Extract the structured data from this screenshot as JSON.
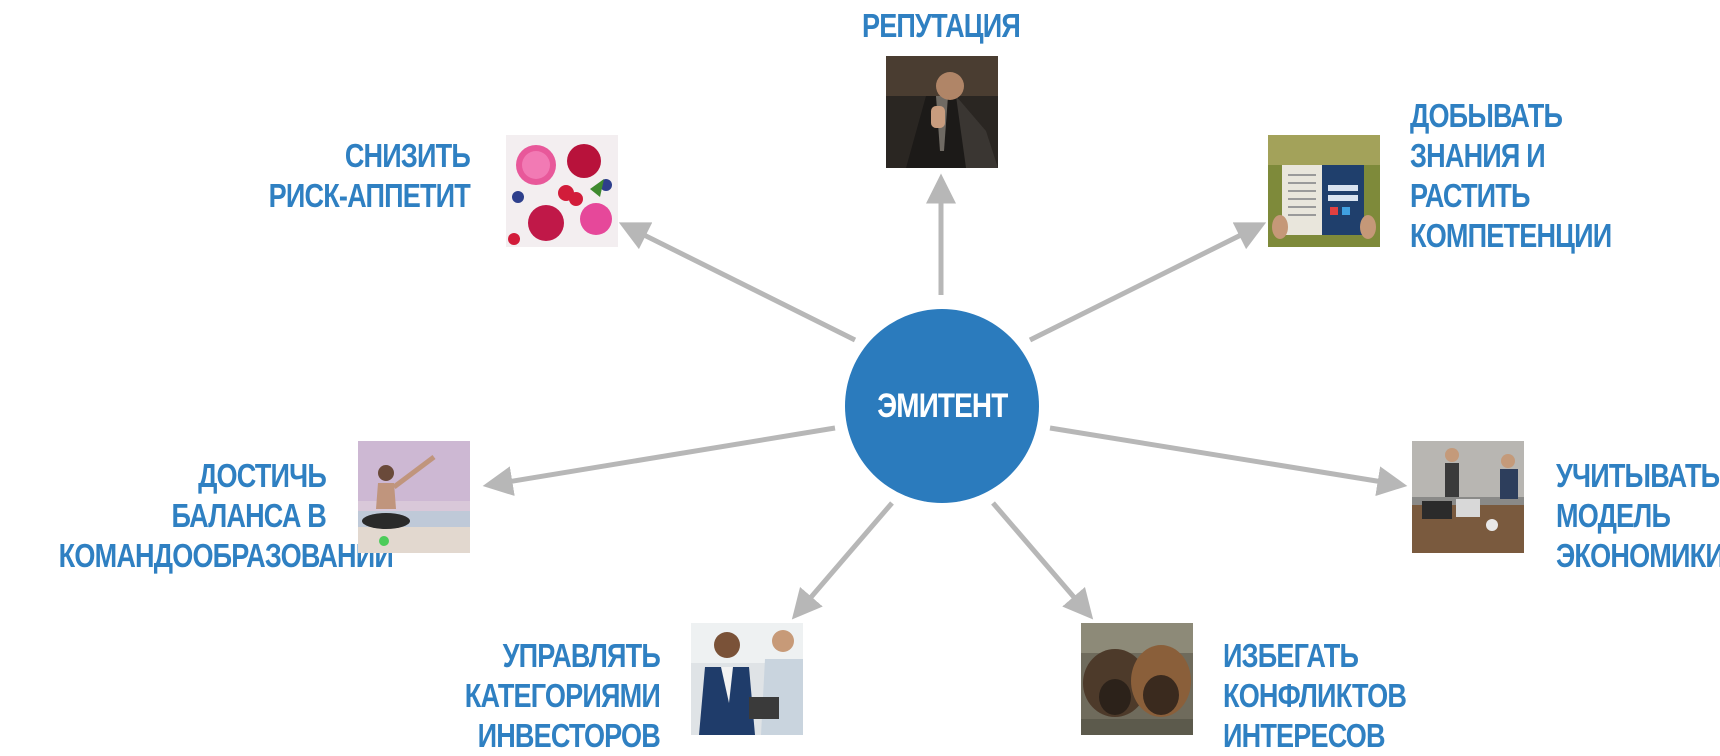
{
  "center": {
    "label": "ЭМИТЕНТ",
    "color": "#2b7bbd"
  },
  "accent_color": "#2f80c2",
  "arrow_color": "#b7b7b7",
  "nodes": [
    {
      "id": "reputation",
      "lines": [
        "РЕПУТАЦИЯ"
      ],
      "image": "businessman-tie-photo"
    },
    {
      "id": "risk",
      "lines": [
        "СНИЗИТЬ",
        "РИСК-АППЕТИТ"
      ],
      "image": "berry-smoothies-photo"
    },
    {
      "id": "knowledge",
      "lines": [
        "ДОБЫВАТЬ",
        "ЗНАНИЯ И",
        "РАСТИТЬ",
        "КОМПЕТЕНЦИИ"
      ],
      "image": "digital-marketing-book-photo"
    },
    {
      "id": "balance",
      "lines": [
        "ДОСТИЧЬ",
        "БАЛАНСА В",
        "КОМАНДООБРАЗОВАНИИ"
      ],
      "image": "yoga-woman-beach-photo"
    },
    {
      "id": "economy",
      "lines": [
        "УЧИТЫВАТЬ",
        "МОДЕЛЬ",
        "ЭКОНОМИКИ"
      ],
      "image": "office-meeting-photo"
    },
    {
      "id": "investors",
      "lines": [
        "УПРАВЛЯТЬ",
        "КАТЕГОРИЯМИ",
        "ИНВЕСТОРОВ"
      ],
      "image": "businessmen-laptop-photo"
    },
    {
      "id": "conflicts",
      "lines": [
        "ИЗБЕГАТЬ",
        "КОНФЛИКТОВ",
        "ИНТЕРЕСОВ"
      ],
      "image": "bison-photo"
    }
  ]
}
